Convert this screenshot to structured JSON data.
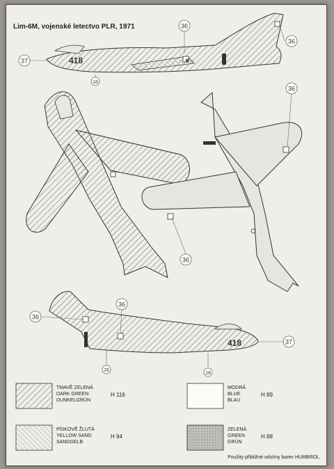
{
  "title": "Lim-6M, vojenské letectvo PLR, 1971",
  "aircraft_number": "418",
  "callouts": {
    "c36": "36",
    "c37": "37",
    "c18": "18",
    "c26": "26"
  },
  "legend": [
    {
      "cz": "TMAVĚ ZELENÁ",
      "en": "DARK GREEN",
      "de": "DUNKELGRÜN",
      "code": "H 116",
      "pattern": "dark-green-hatch"
    },
    {
      "cz": "MODRÁ",
      "en": "BLUE",
      "de": "BLAU",
      "code": "H 89",
      "pattern": "blank"
    },
    {
      "cz": "PÍSKOVĚ ŽLUTÁ",
      "en": "YELLOW SAND",
      "de": "SANDGELB",
      "code": "H 94",
      "pattern": "sand-hatch"
    },
    {
      "cz": "ZELENÁ",
      "en": "GREEN",
      "de": "GRÜN",
      "code": "H 88",
      "pattern": "green-stipple"
    }
  ],
  "footer": "Použity přibližné odstíny barev HUMBROL",
  "colors": {
    "paper": "#efeee9",
    "ink": "#333333",
    "hatch": "#8a8a86"
  }
}
